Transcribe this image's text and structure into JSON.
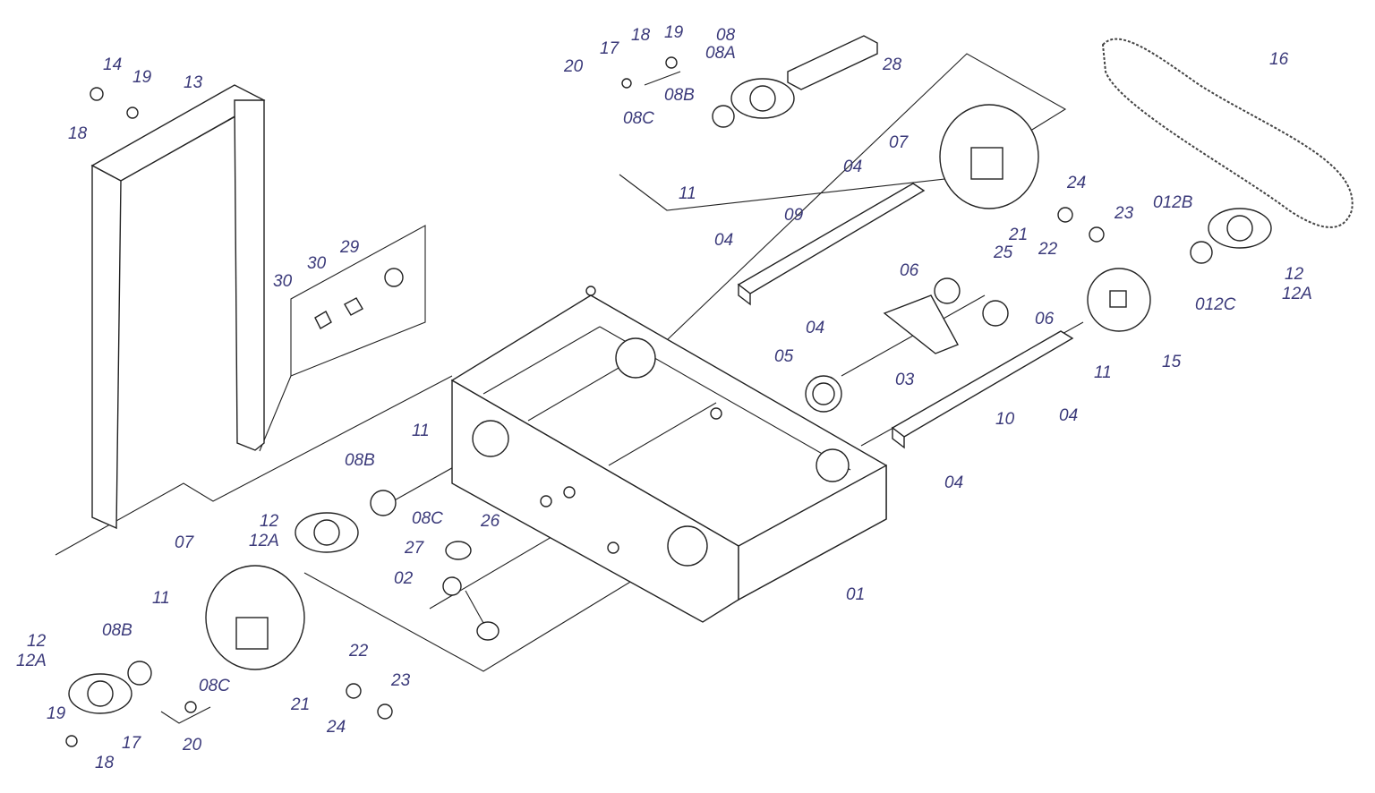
{
  "label_color": "#3b3a7a",
  "line_color": "#222222",
  "labels": [
    {
      "id": "l14a",
      "text": "14"
    },
    {
      "id": "l19a",
      "text": "19"
    },
    {
      "id": "l13",
      "text": "13"
    },
    {
      "id": "l18a",
      "text": "18"
    },
    {
      "id": "l29",
      "text": "29"
    },
    {
      "id": "l30a",
      "text": "30"
    },
    {
      "id": "l30b",
      "text": "30"
    },
    {
      "id": "l18b",
      "text": "18"
    },
    {
      "id": "l19b",
      "text": "19"
    },
    {
      "id": "l17a",
      "text": "17"
    },
    {
      "id": "l20a",
      "text": "20"
    },
    {
      "id": "l08",
      "text": "08"
    },
    {
      "id": "l08A",
      "text": "08A"
    },
    {
      "id": "l28",
      "text": "28"
    },
    {
      "id": "l08Ba",
      "text": "08B"
    },
    {
      "id": "l08Ca",
      "text": "08C"
    },
    {
      "id": "l11a",
      "text": "11"
    },
    {
      "id": "l07a",
      "text": "07"
    },
    {
      "id": "l04a",
      "text": "04"
    },
    {
      "id": "l09",
      "text": "09"
    },
    {
      "id": "l04b",
      "text": "04"
    },
    {
      "id": "l21a",
      "text": "21"
    },
    {
      "id": "l22a",
      "text": "22"
    },
    {
      "id": "l24a",
      "text": "24"
    },
    {
      "id": "l23a",
      "text": "23"
    },
    {
      "id": "l16",
      "text": "16"
    },
    {
      "id": "l012B",
      "text": "012B"
    },
    {
      "id": "l12a",
      "text": "12"
    },
    {
      "id": "l12Aa",
      "text": "12A"
    },
    {
      "id": "l012C",
      "text": "012C"
    },
    {
      "id": "l06a",
      "text": "06"
    },
    {
      "id": "l25",
      "text": "25"
    },
    {
      "id": "l06b",
      "text": "06"
    },
    {
      "id": "l04c",
      "text": "04"
    },
    {
      "id": "l05",
      "text": "05"
    },
    {
      "id": "l03",
      "text": "03"
    },
    {
      "id": "l11b",
      "text": "11"
    },
    {
      "id": "l15",
      "text": "15"
    },
    {
      "id": "l10",
      "text": "10"
    },
    {
      "id": "l04d",
      "text": "04"
    },
    {
      "id": "l04e",
      "text": "04"
    },
    {
      "id": "l11c",
      "text": "11"
    },
    {
      "id": "l08Bb",
      "text": "08B"
    },
    {
      "id": "l08Cb",
      "text": "08C"
    },
    {
      "id": "l12b",
      "text": "12"
    },
    {
      "id": "l12Ab",
      "text": "12A"
    },
    {
      "id": "l26",
      "text": "26"
    },
    {
      "id": "l27",
      "text": "27"
    },
    {
      "id": "l02",
      "text": "02"
    },
    {
      "id": "l07b",
      "text": "07"
    },
    {
      "id": "l01",
      "text": "01"
    },
    {
      "id": "l11d",
      "text": "11"
    },
    {
      "id": "l08Bc",
      "text": "08B"
    },
    {
      "id": "l12c",
      "text": "12"
    },
    {
      "id": "l12Ac",
      "text": "12A"
    },
    {
      "id": "l08Cc",
      "text": "08C"
    },
    {
      "id": "l22b",
      "text": "22"
    },
    {
      "id": "l23b",
      "text": "23"
    },
    {
      "id": "l21b",
      "text": "21"
    },
    {
      "id": "l24b",
      "text": "24"
    },
    {
      "id": "l19c",
      "text": "19"
    },
    {
      "id": "l17b",
      "text": "17"
    },
    {
      "id": "l20b",
      "text": "20"
    },
    {
      "id": "l18c",
      "text": "18"
    }
  ]
}
